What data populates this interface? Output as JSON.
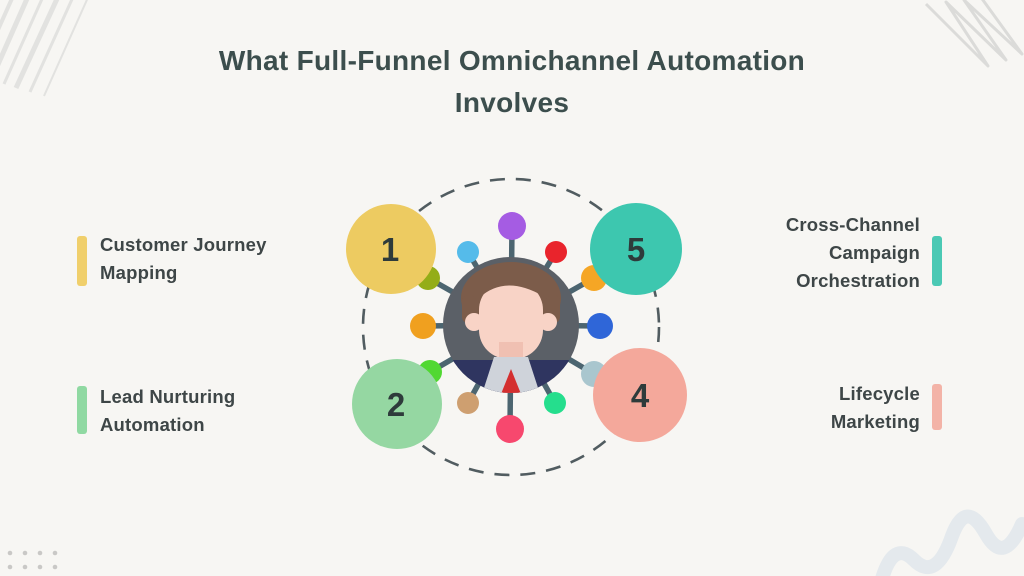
{
  "title": {
    "line1": "What Full-Funnel Omnichannel Automation",
    "line2": "Involves"
  },
  "side_labels": {
    "customer_journey": {
      "line1": "Customer Journey",
      "line2": "Mapping",
      "accent": "#F0CF6B"
    },
    "lead_nurturing": {
      "line1": "Lead Nurturing",
      "line2": "Automation",
      "accent": "#90D9A2"
    },
    "cross_channel": {
      "line1": "Cross-Channel",
      "line2": "Campaign",
      "line3": "Orchestration",
      "accent": "#4BC9B4"
    },
    "lifecycle": {
      "line1": "Lifecycle",
      "line2": "Marketing",
      "accent": "#F3B3A7"
    }
  },
  "hub": {
    "steps": [
      {
        "value": "1",
        "color": "#EDCB61"
      },
      {
        "value": "2",
        "color": "#95D7A2"
      },
      {
        "value": "4",
        "color": "#F4A89B"
      },
      {
        "value": "5",
        "color": "#3DC7AF"
      }
    ],
    "number_text_color": "#2E3B3B",
    "spoke_color": "#4C6570",
    "dashed_ring_color": "#515C60",
    "center_circle_color": "#5B6067",
    "satellite_colors": {
      "purple": "#A55CE3",
      "light_blue": "#55BBEA",
      "red": "#E9242C",
      "olive": "#94AD18",
      "orange_top_right": "#F5A625",
      "orange_left": "#F0A01F",
      "blue": "#2F66D8",
      "bright_green": "#51D832",
      "gray_blue": "#A9C6CE",
      "tan": "#CE9F70",
      "emerald": "#25DE8D",
      "pink_red": "#F7486E"
    },
    "avatar": {
      "skin": "#F8D3C6",
      "skin_shadow": "#F0C0B2",
      "hair": "#7C5C4A",
      "suit": "#2F3560",
      "shirt": "#CFD3DA",
      "tie": "#D42F2F"
    }
  },
  "decor": {
    "hatch_color": "#E2E2E0",
    "scribble_color": "#DBDBD9",
    "wave_color": "#E4E9ED",
    "dot_color": "#C9C8C6"
  }
}
